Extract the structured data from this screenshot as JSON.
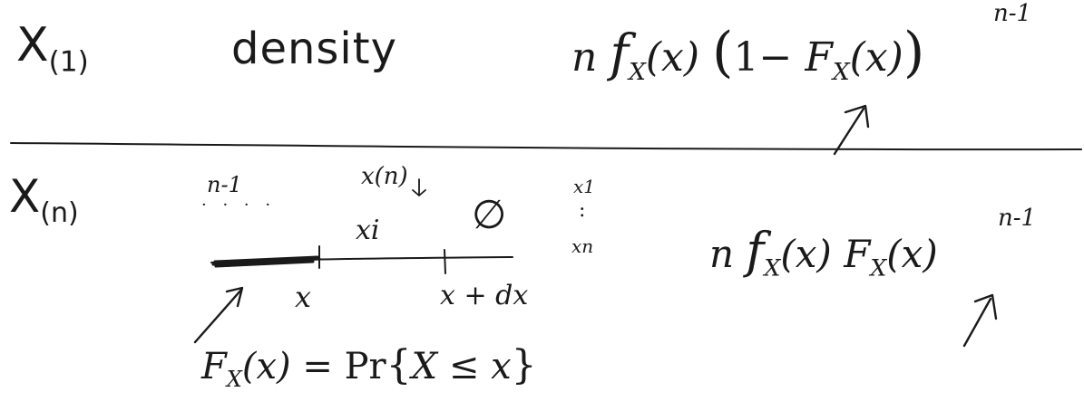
{
  "top": {
    "variable": "X",
    "variable_index": "(1)",
    "label": "density",
    "formula": {
      "n": "n",
      "f": "f",
      "f_sub": "X",
      "f_arg": "(x)",
      "bracket_open": "(",
      "one_minus": "1−",
      "F": "F",
      "F_sub": "X",
      "F_arg": "(x)",
      "bracket_close": ")",
      "power": "n-1"
    }
  },
  "bottom": {
    "variable": "X",
    "variable_index": "(n)",
    "left_count": "n-1",
    "left_dots": "· · · ·",
    "xn_label": "x(n)",
    "xi_label": "xi",
    "empty_set": "∅",
    "list_first": "x1",
    "list_dots": ":",
    "list_last": "xn",
    "point_x": "x",
    "point_x_dx": "x + dx",
    "cdf": {
      "F": "F",
      "F_sub": "X",
      "F_arg": "(x)",
      "equals": "=",
      "prob": "Pr",
      "set_open": "{",
      "condition": "X ≤ x",
      "set_close": "}"
    },
    "formula": {
      "n": "n",
      "f": "f",
      "f_sub": "X",
      "f_arg": "(x)",
      "F": "F",
      "F_sub": "X",
      "F_arg": "(x)",
      "power": "n-1"
    }
  }
}
